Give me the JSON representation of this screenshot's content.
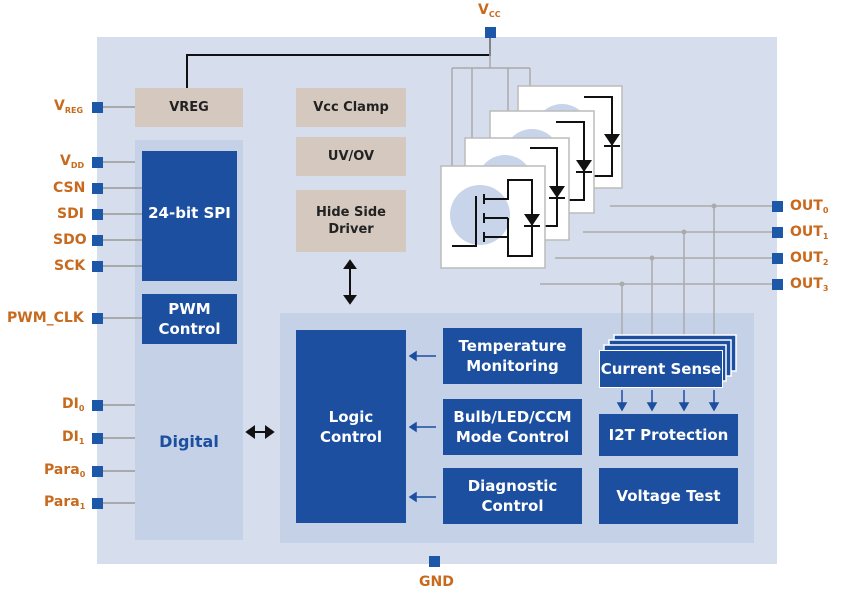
{
  "pins": {
    "vcc": {
      "base": "V",
      "sub": "CC"
    },
    "vreg": {
      "base": "V",
      "sub": "REG"
    },
    "vdd": {
      "base": "V",
      "sub": "DD"
    },
    "csn": "CSN",
    "sdi": "SDI",
    "sdo": "SDO",
    "sck": "SCK",
    "pwm_clk": "PWM_CLK",
    "di0": {
      "base": "DI",
      "sub": "0"
    },
    "di1": {
      "base": "DI",
      "sub": "1"
    },
    "para0": {
      "base": "Para",
      "sub": "0"
    },
    "para1": {
      "base": "Para",
      "sub": "1"
    },
    "gnd": "GND",
    "out0": {
      "base": "OUT",
      "sub": "0"
    },
    "out1": {
      "base": "OUT",
      "sub": "1"
    },
    "out2": {
      "base": "OUT",
      "sub": "2"
    },
    "out3": {
      "base": "OUT",
      "sub": "3"
    }
  },
  "blocks": {
    "vreg": "VREG",
    "vcc_clamp": "Vcc Clamp",
    "uv_ov": "UV/OV",
    "hide_side_driver": "Hide Side Driver",
    "spi": "24-bit SPI",
    "pwm_control": "PWM Control",
    "digital": "Digital",
    "logic_control": "Logic Control",
    "temperature_monitoring": "Temperature Monitoring",
    "mode_control": "Bulb/LED/CCM Mode Control",
    "diagnostic_control": "Diagnostic Control",
    "current_sense": "Current Sense",
    "i2t_protection": "I2T Protection",
    "voltage_test": "Voltage Test"
  },
  "colors": {
    "chip_bg": "#d6deee",
    "panel_bg": "#c5d1e7",
    "block_blue": "#1c4fa0",
    "block_gray": "#d4c8bf",
    "pin_blue": "#1d57a8",
    "pin_label": "#c86a1e"
  }
}
